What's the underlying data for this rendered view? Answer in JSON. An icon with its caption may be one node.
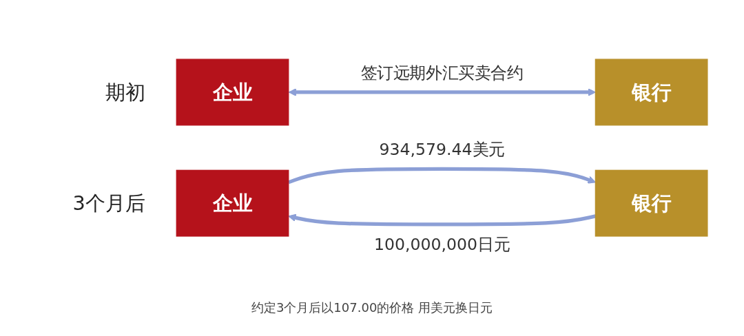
{
  "diagram": {
    "nodes": [
      {
        "text": [
          "企业"
        ],
        "beside": [
          "期初"
        ]
      },
      {
        "text": [
          "银行"
        ]
      },
      {
        "text": [
          "企业"
        ],
        "beside": [
          "3个月后"
        ]
      },
      {
        "text": [
          "银行"
        ]
      }
    ],
    "edges": [
      {
        "from": 0,
        "to": 1,
        "arrow": "both",
        "label": "签订远期外汇买卖合约"
      },
      {
        "from": 3,
        "to": 2,
        "arrow": "to",
        "label": "100,000,000日元"
      },
      {
        "from": 2,
        "to": 3,
        "arrow": "to",
        "label": "934,579.44美元"
      }
    ],
    "labels": [
      "约定3个月后以107.00的价格 用美元换日元"
    ]
  }
}
